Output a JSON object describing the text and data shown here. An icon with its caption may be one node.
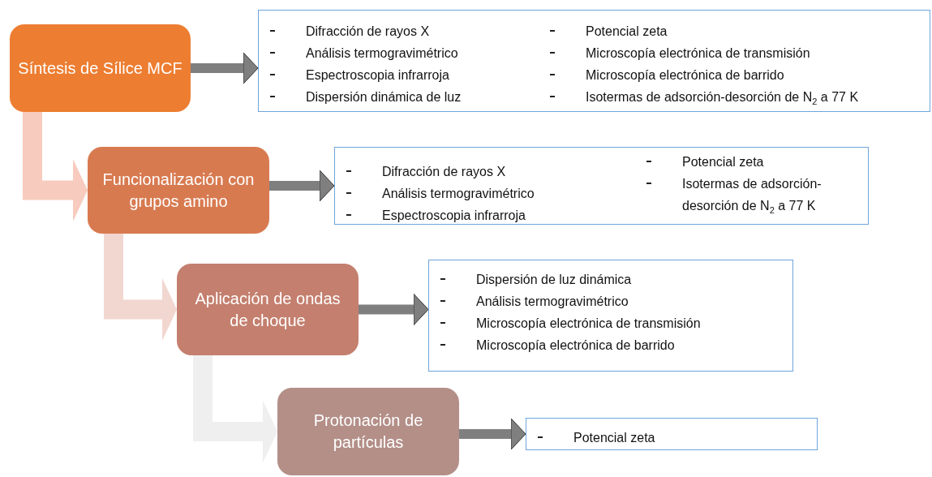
{
  "diagram": {
    "nodes": [
      {
        "text": [
          "Síntesis de Sílice MCF"
        ]
      },
      {
        "text": [
          "Difracción de rayos X",
          "Análisis termogravimétrico",
          "Espectroscopia infrarroja",
          "Dispersión dinámica de luz",
          "Potencial zeta",
          "Microscopía electrónica de transmisión",
          "Microscopía electrónica de barrido",
          "Isotermas de adsorción-desorción de N$_{2}$ a 77 K"
        ]
      },
      {
        "text": [
          "Funcionalización con grupos amino"
        ]
      },
      {
        "text": [
          "Difracción de rayos X",
          "Análisis termogravimétrico",
          "Espectroscopia infrarroja",
          "Potencial zeta",
          "Isotermas de adsorción-desorción de N$_{2}$ a 77 K"
        ]
      },
      {
        "text": [
          "Aplicación de ondas de choque"
        ]
      },
      {
        "text": [
          "Dispersión de luz dinámica",
          "Análisis termogravimétrico",
          "Microscopía electrónica de transmisión",
          "Microscopía electrónica de barrido"
        ]
      },
      {
        "text": [
          "Protonación de partículas"
        ]
      },
      {
        "text": [
          "Potencial zeta"
        ]
      }
    ],
    "edges": [
      {
        "from": 0,
        "to": 1,
        "arrow": "to"
      },
      {
        "from": 2,
        "to": 3,
        "arrow": "to"
      },
      {
        "from": 4,
        "to": 5,
        "arrow": "to"
      },
      {
        "from": 6,
        "to": 7,
        "arrow": "to"
      },
      {
        "from": 0,
        "to": 2,
        "arrow": "to",
        "style": "thick",
        "color": "#f7cbbd"
      },
      {
        "from": 2,
        "to": 4,
        "arrow": "to",
        "style": "thick",
        "color": "#f2d6d0"
      },
      {
        "from": 4,
        "to": 6,
        "arrow": "to",
        "style": "thick",
        "color": "#efefef"
      }
    ]
  }
}
